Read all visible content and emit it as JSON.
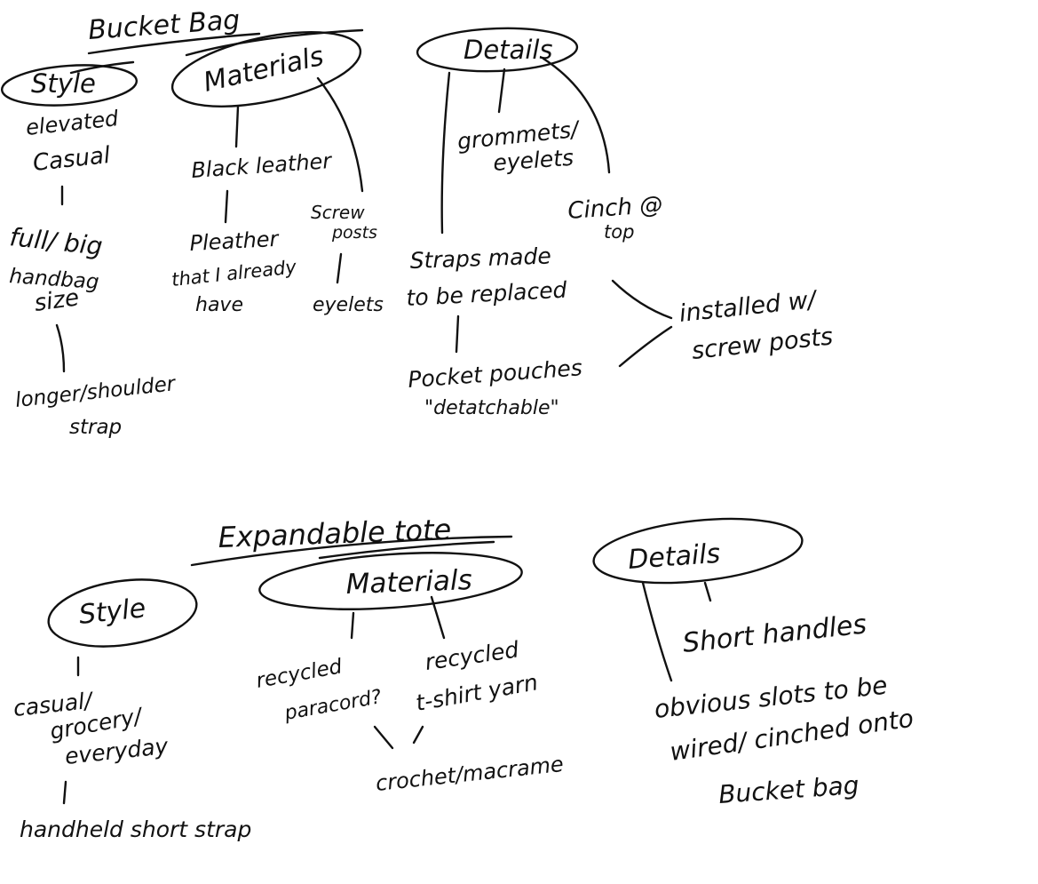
{
  "bucket_bag": {
    "title": "Bucket Bag",
    "style": {
      "label": "Style",
      "items": [
        "elevated",
        "Casual",
        "full/ big",
        "handbag",
        "size",
        "longer/shoulder",
        "strap"
      ]
    },
    "materials": {
      "label": "Materials",
      "items": [
        "Black leather",
        "Pleather",
        "that I already",
        "have",
        "Screw",
        "posts",
        "eyelets"
      ]
    },
    "details": {
      "label": "Details",
      "items": [
        "grommets/",
        "eyelets",
        "Cinch @",
        "top",
        "Straps made",
        "to be replaced",
        "installed w/",
        "screw posts",
        "Pocket pouches",
        "\"detatchable\""
      ]
    }
  },
  "expandable_tote": {
    "title": "Expandable tote",
    "style": {
      "label": "Style",
      "items": [
        "casual/",
        "grocery/",
        "everyday",
        "handheld short strap"
      ]
    },
    "materials": {
      "label": "Materials",
      "items": [
        "recycled",
        "paracord?",
        "recycled",
        "t-shirt yarn",
        "crochet/macrame"
      ]
    },
    "details": {
      "label": "Details",
      "items": [
        "Short handles",
        "obvious slots to be",
        "wired/ cinched onto",
        "Bucket bag"
      ]
    }
  }
}
